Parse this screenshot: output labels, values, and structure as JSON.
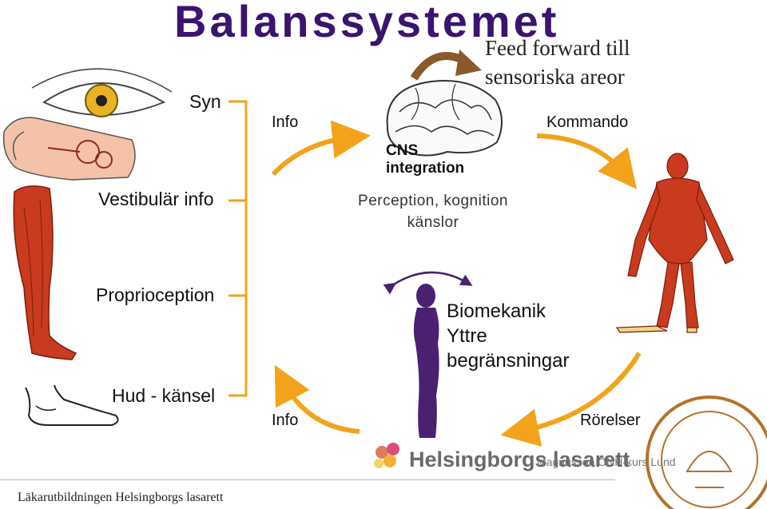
{
  "title": "Balanssystemet",
  "feed_forward": {
    "line1": "Feed forward till",
    "line2": "sensoriska areor"
  },
  "senses": {
    "syn": "Syn",
    "vestibular": "Vestibulär info",
    "proprioception": "Proprioception",
    "hud": "Hud - känsel"
  },
  "flow": {
    "info_top": "Info",
    "kommando": "Kommando",
    "info_bottom": "Info",
    "rorelser": "Rörelser"
  },
  "cns": {
    "line1": "CNS",
    "line2": "integration"
  },
  "perception": {
    "line1": "Perception, kognition",
    "line2": "känslor"
  },
  "biomechanics": {
    "line1": "Biomekanik",
    "line2": "Yttre",
    "line3": "begränsningar"
  },
  "footer": {
    "left": "Läkarutbildningen Helsingborgs lasarett",
    "hospital": "Helsingborgs lasarett",
    "meta": "Magnusson ÖNH-kurs Lund"
  },
  "colors": {
    "title": "#3b1470",
    "arrow": "#f2a31b",
    "bracket": "#f2a31b",
    "body_figure": "#4a2070",
    "muscle": "#c93a1e"
  }
}
